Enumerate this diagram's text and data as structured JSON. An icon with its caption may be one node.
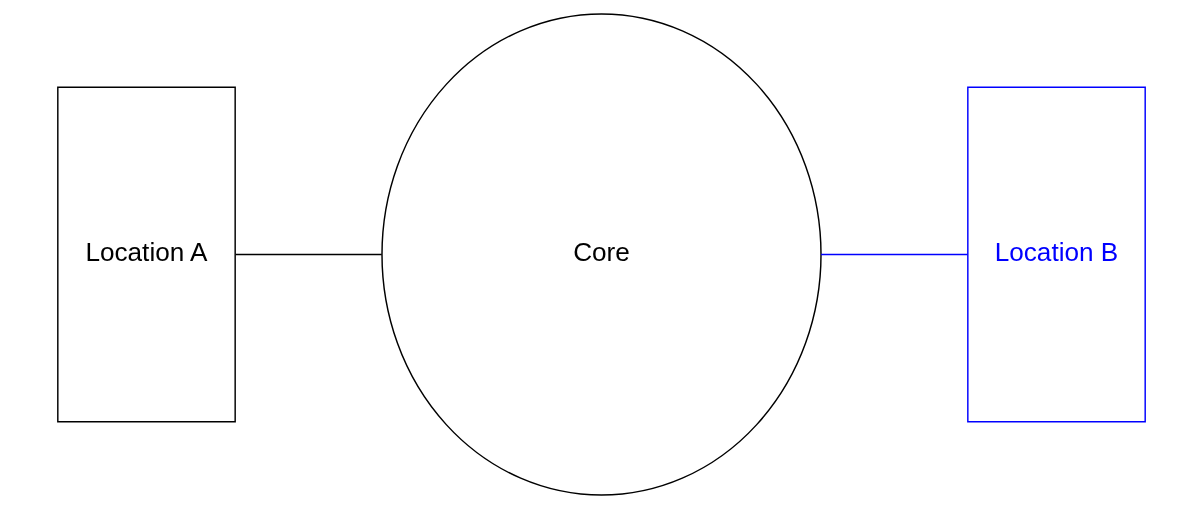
{
  "diagram": {
    "nodes": [
      {
        "text": [
          "Location A"
        ]
      },
      {
        "text": [
          "Core"
        ]
      },
      {
        "text": [
          "Location B"
        ]
      }
    ],
    "edges": [
      {
        "from": 0,
        "to": 1,
        "arrow": "none"
      },
      {
        "from": 1,
        "to": 2,
        "arrow": "none",
        "color": "#0000ff"
      }
    ]
  }
}
